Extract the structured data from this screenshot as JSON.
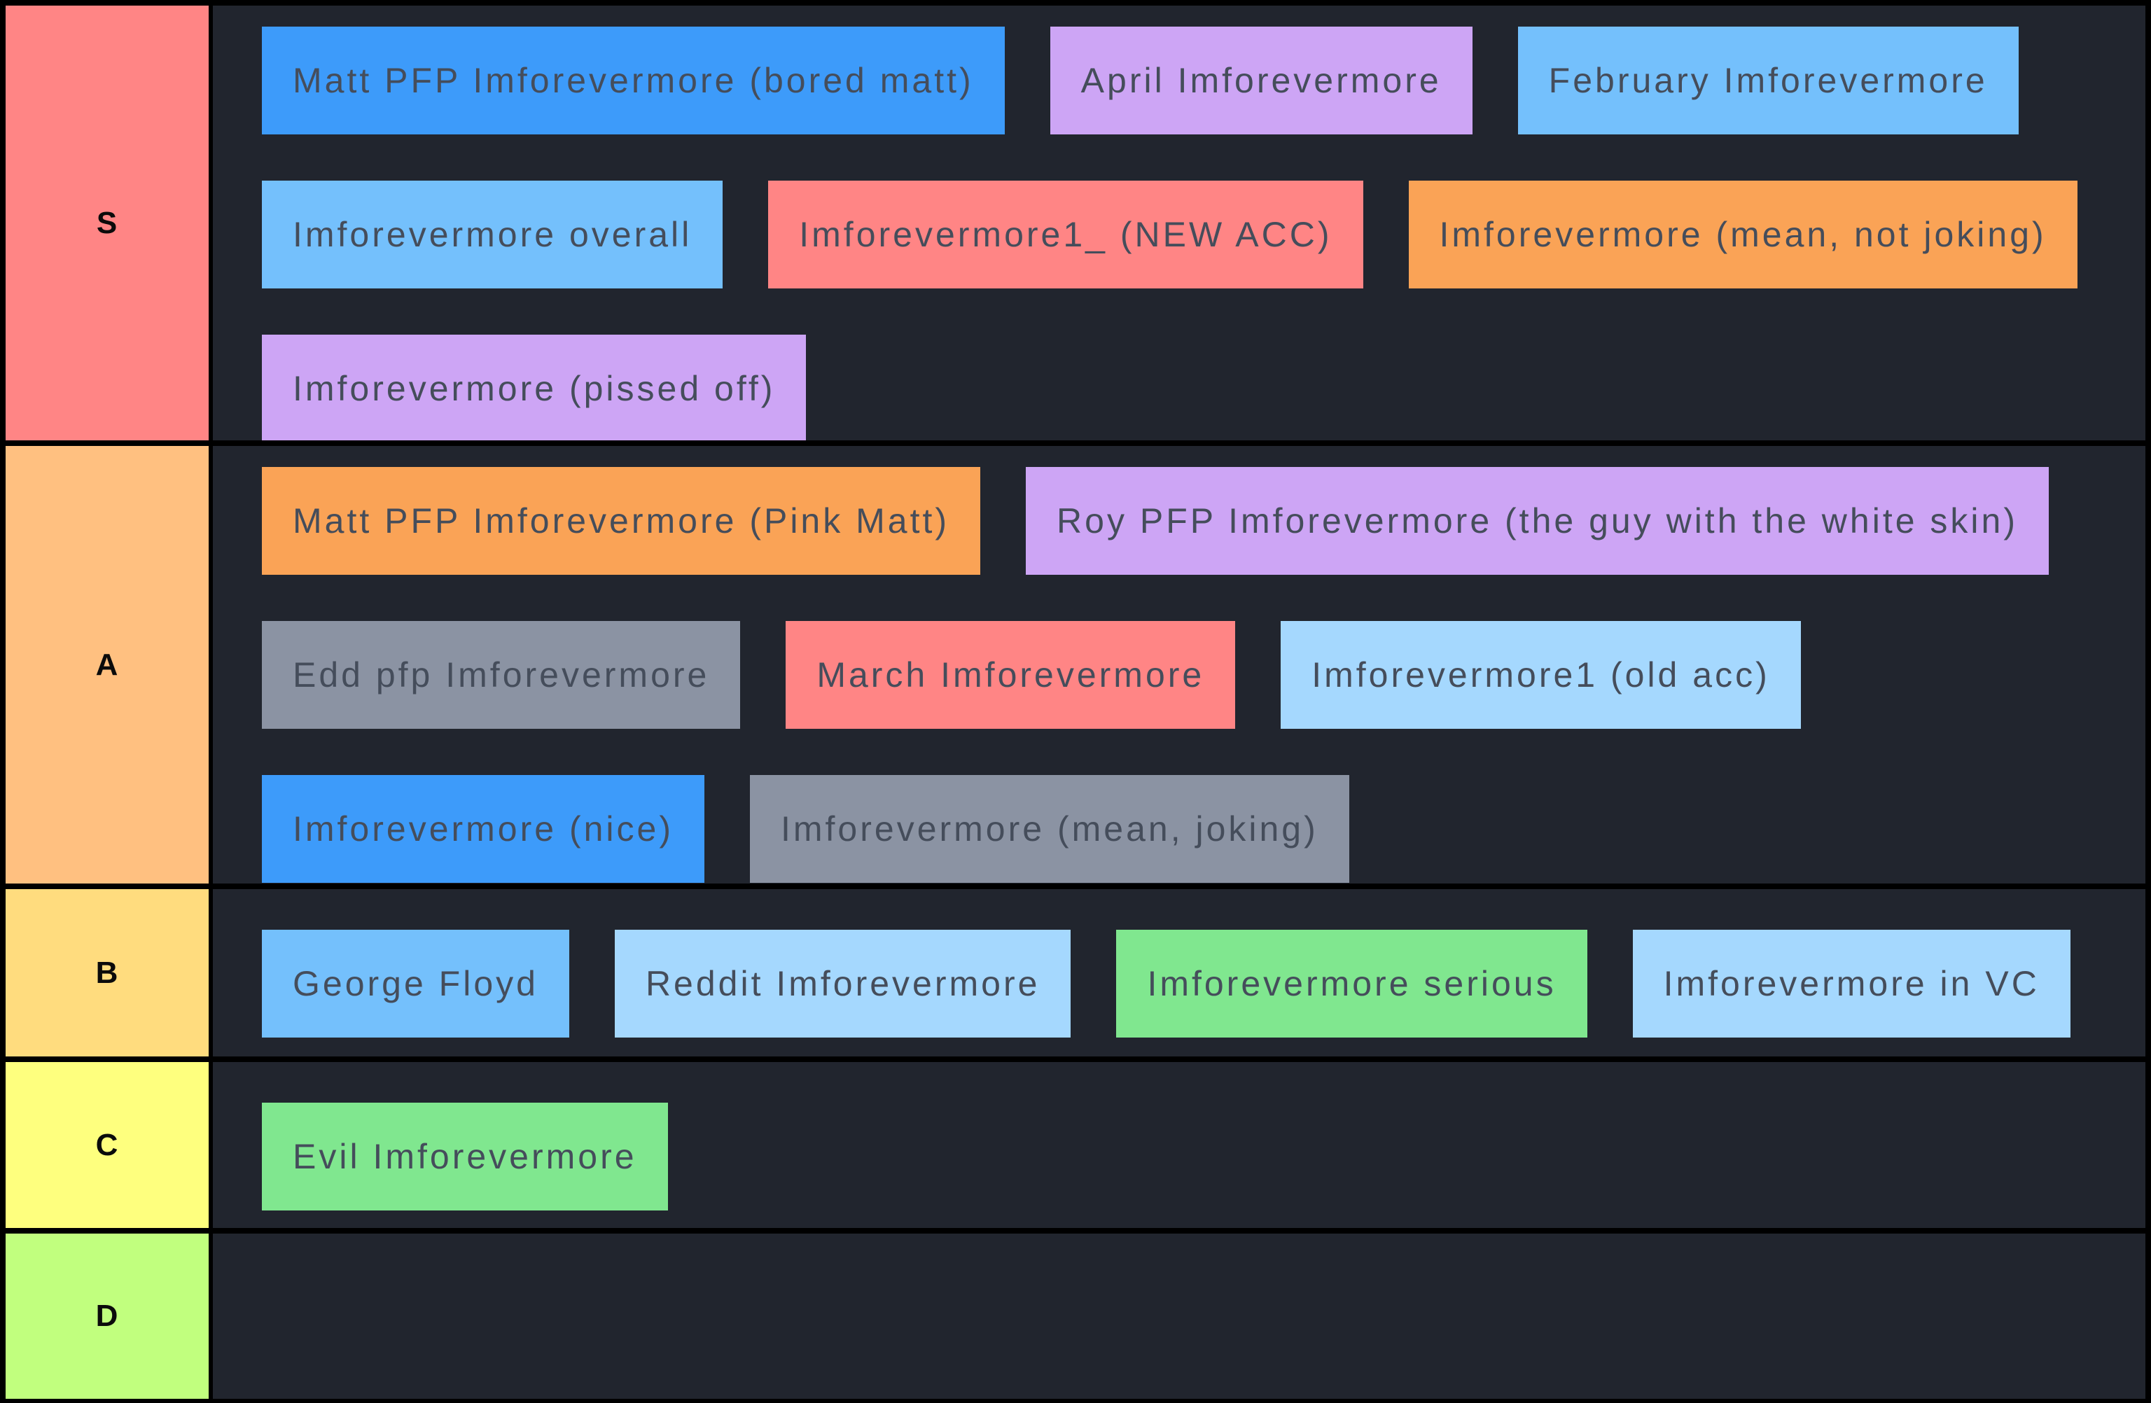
{
  "theme": {
    "canvas_background": "#21252e",
    "frame_color": "#000000",
    "item_text_color": "#454d5b",
    "tier_label_text_color": "#0b0b0b"
  },
  "tiers": [
    {
      "label": "S",
      "color": "#ff8585",
      "rows": [
        [
          {
            "label": "Matt PFP Imforevermore (bored matt)",
            "color": "#3d9bfa"
          },
          {
            "label": "April Imforevermore",
            "color": "#cda5f5"
          },
          {
            "label": "February Imforevermore",
            "color": "#74c0fc"
          }
        ],
        [
          {
            "label": "Imforevermore overall",
            "color": "#74c0fc"
          },
          {
            "label": "Imforevermore1_ (NEW ACC)",
            "color": "#ff8585"
          },
          {
            "label": "Imforevermore (mean, not joking)",
            "color": "#faa356"
          }
        ],
        [
          {
            "label": "Imforevermore (pissed off)",
            "color": "#cda5f5"
          }
        ]
      ]
    },
    {
      "label": "A",
      "color": "#ffc080",
      "rows": [
        [
          {
            "label": "Matt PFP Imforevermore (Pink Matt)",
            "color": "#faa356"
          },
          {
            "label": "Roy PFP Imforevermore (the guy with the white skin)",
            "color": "#cda5f5"
          }
        ],
        [
          {
            "label": "Edd pfp Imforevermore",
            "color": "#8b93a3"
          },
          {
            "label": "March Imforevermore",
            "color": "#ff8585"
          },
          {
            "label": "Imforevermore1 (old acc)",
            "color": "#a5d8fe"
          }
        ],
        [
          {
            "label": "Imforevermore (nice)",
            "color": "#3d9bfa"
          },
          {
            "label": "Imforevermore (mean, joking)",
            "color": "#8b93a3"
          }
        ]
      ]
    },
    {
      "label": "B",
      "color": "#ffdc7e",
      "rows": [
        [
          {
            "label": "George Floyd",
            "color": "#74c0fc"
          },
          {
            "label": "Reddit Imforevermore",
            "color": "#a5d8fe"
          },
          {
            "label": "Imforevermore serious",
            "color": "#80e78f"
          },
          {
            "label": "Imforevermore in VC",
            "color": "#a5d8fe"
          }
        ]
      ]
    },
    {
      "label": "C",
      "color": "#feff7e",
      "rows": [
        [
          {
            "label": "Evil Imforevermore",
            "color": "#80e78f"
          }
        ]
      ]
    },
    {
      "label": "D",
      "color": "#c1ff7e",
      "rows": [
        []
      ]
    }
  ]
}
